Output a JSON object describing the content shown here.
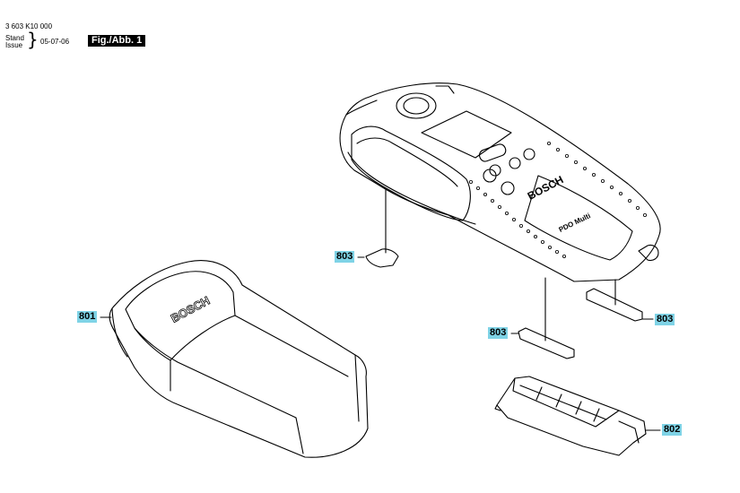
{
  "header": {
    "document_number": "3 603 K10 000",
    "stand_label": "Stand",
    "issue_label": "Issue",
    "brace": "}",
    "date": "05-07-06",
    "figure_label": "Fig./Abb. 1"
  },
  "device": {
    "brand": "BOSCH",
    "model": "PDO Multi"
  },
  "pouch": {
    "brand": "BOSCH"
  },
  "callouts": [
    {
      "id": "801",
      "label": "801"
    },
    {
      "id": "802",
      "label": "802"
    },
    {
      "id": "803a",
      "label": "803"
    },
    {
      "id": "803b",
      "label": "803"
    },
    {
      "id": "803c",
      "label": "803"
    }
  ],
  "colors": {
    "callout_bg": "#7fd3e6",
    "figure_badge_bg": "#000000"
  }
}
